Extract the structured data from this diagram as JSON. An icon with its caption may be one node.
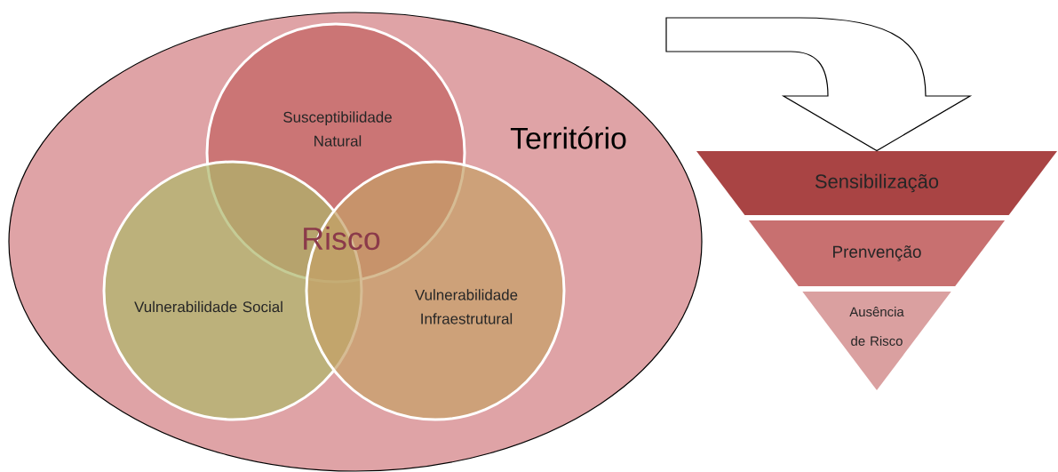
{
  "diagram": {
    "nodes": [
      {
        "text": [
          "Território"
        ]
      },
      {
        "text": [
          "Susceptibilidade Natural"
        ],
        "in": 0
      },
      {
        "text": [
          "Vulnerabilidade Social"
        ],
        "in": 0
      },
      {
        "text": [
          "Vulnerabilidade Infraestrutural"
        ],
        "in": 0
      },
      {
        "text": [
          "Sensibilização"
        ]
      },
      {
        "text": [
          "Prenvenção"
        ]
      },
      {
        "text": [
          "Ausência de Risco"
        ]
      }
    ],
    "edges": [
      {
        "from": null,
        "to": 4,
        "arrow": "to"
      }
    ],
    "labels": [
      "Risco"
    ]
  }
}
